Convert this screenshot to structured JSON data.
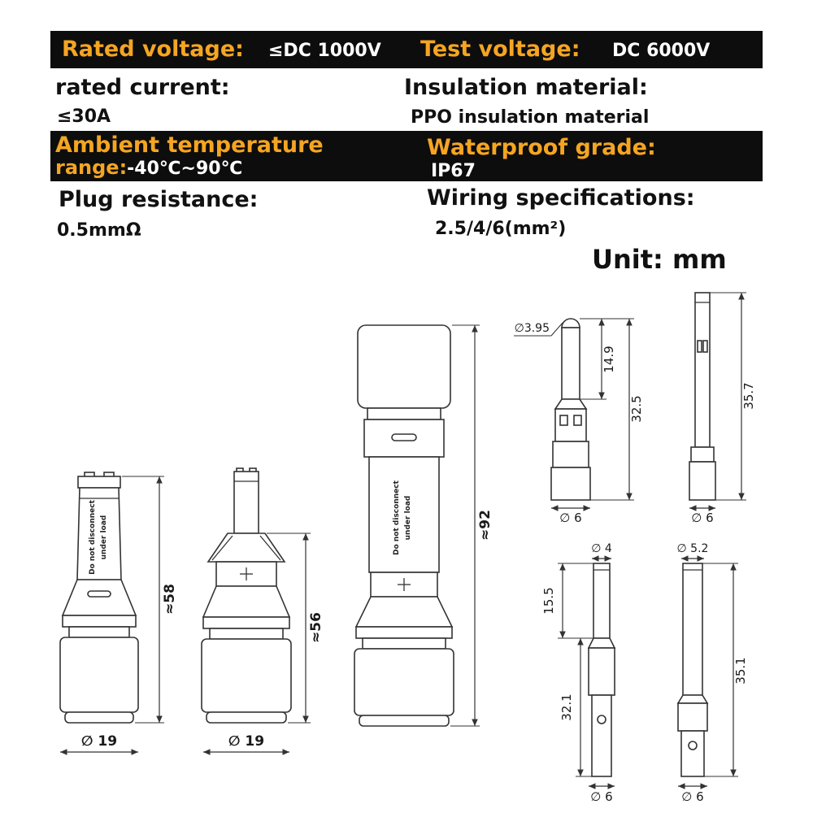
{
  "colors": {
    "bar_background": "#0d0d0d",
    "accent_orange": "#f5a522",
    "bar_value_text": "#ffffff",
    "body_text": "#111111"
  },
  "specs": {
    "rated_voltage": {
      "label": "Rated voltage:",
      "value": "≤DC  1000V"
    },
    "test_voltage": {
      "label": "Test voltage:",
      "value": "DC 6000V"
    },
    "rated_current": {
      "label": "rated current:",
      "value": "≤30A"
    },
    "insulation_material": {
      "label": "Insulation material:",
      "value": "PPO insulation material"
    },
    "ambient_temperature": {
      "label_line1": "Ambient temperature",
      "label_line2": "range:",
      "value": "-40℃~90℃"
    },
    "waterproof_grade": {
      "label": "Waterproof grade:",
      "value": "IP67"
    },
    "plug_resistance": {
      "label": "Plug resistance:",
      "value": "0.5mmΩ"
    },
    "wiring_specifications": {
      "label": "Wiring specifications:",
      "value": "2.5/4/6(mm²)"
    },
    "unit": "Unit: mm"
  },
  "drawing": {
    "connector_warning_line1": "Do not disconnect",
    "connector_warning_line2": "under load",
    "female_connector": {
      "height": "≈58",
      "diameter": "∅ 19"
    },
    "male_connector": {
      "height": "≈56",
      "diameter": "∅ 19"
    },
    "assembled_pair": {
      "height": "≈92"
    },
    "pin_contact_female": {
      "tip_diameter": "∅3.95",
      "tip_length": "14.9",
      "total_length": "32.5",
      "crimp_diameter": "∅ 6"
    },
    "pin_contact_male": {
      "total_length": "35.7",
      "crimp_diameter": "∅ 6"
    },
    "socket_contact_small": {
      "tip_diameter": "∅ 4",
      "tip_length": "15.5",
      "lower_length": "32.1",
      "crimp_diameter": "∅ 6"
    },
    "socket_contact_large": {
      "tip_diameter": "∅ 5.2",
      "total_length": "35.1",
      "crimp_diameter": "∅ 6"
    }
  }
}
